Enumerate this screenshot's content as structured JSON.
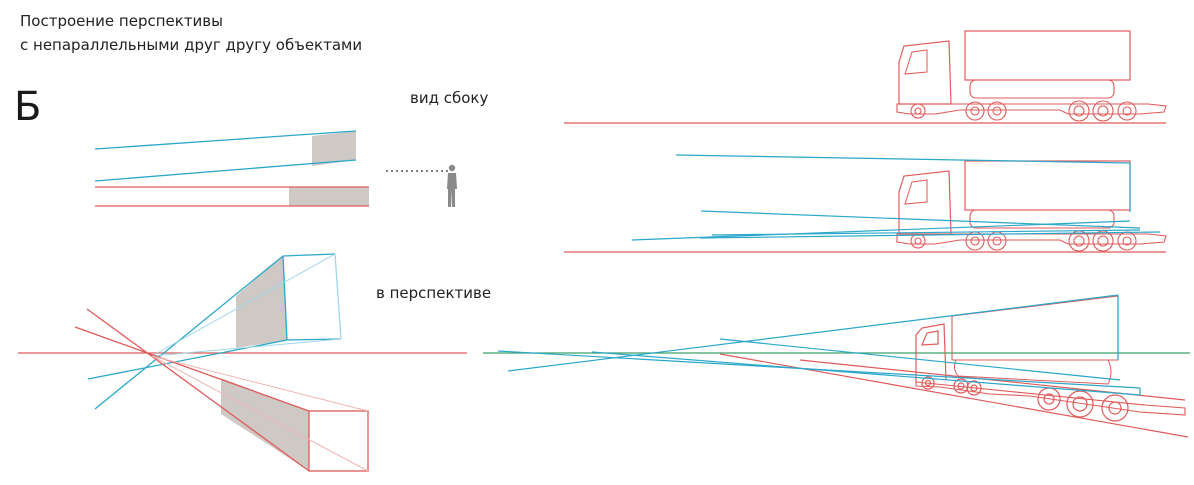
{
  "header": {
    "title_line1": "Построение перспективы",
    "title_line2": "с непараллельными друг другу объектами",
    "section_letter": "Б"
  },
  "labels": {
    "side_view": "вид сбоку",
    "perspective_view": "в перспективе"
  },
  "colors": {
    "red_line": "#e05a5a",
    "blue_line": "#2aa7c9",
    "horizon_green": "#3fa06b",
    "gray_fill": "#cfc9c6",
    "figure": "#8a8a8a"
  },
  "icons": {
    "figure": "standing-person-icon",
    "trucks": "truck-outline-icon"
  }
}
